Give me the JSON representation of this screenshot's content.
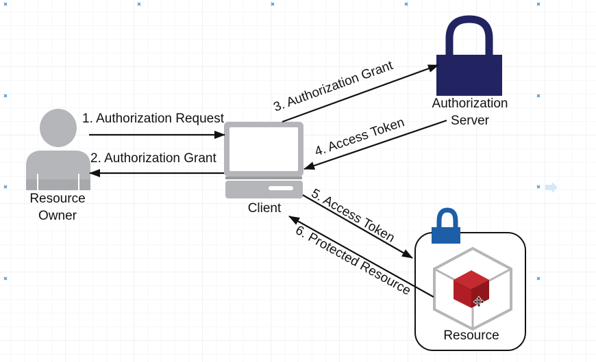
{
  "nodes": {
    "resource_owner": [
      "Resource",
      "Owner"
    ],
    "client": "Client",
    "authorization_server": [
      "Authorization",
      "Server"
    ],
    "resource": "Resource"
  },
  "edges": {
    "e1": "1. Authorization Request",
    "e2": "2. Authorization Grant",
    "e3": "3. Authorization Grant",
    "e4": "4. Access Token",
    "e5": "5. Access Token",
    "e6": "6. Protected Resource"
  },
  "colors": {
    "person": "#b5b6b9",
    "client": "#b5b6b9",
    "auth_lock": "#212460",
    "resource_lock": "#1c5ea8",
    "resource_cube": "#b01d24",
    "line": "#111111"
  }
}
